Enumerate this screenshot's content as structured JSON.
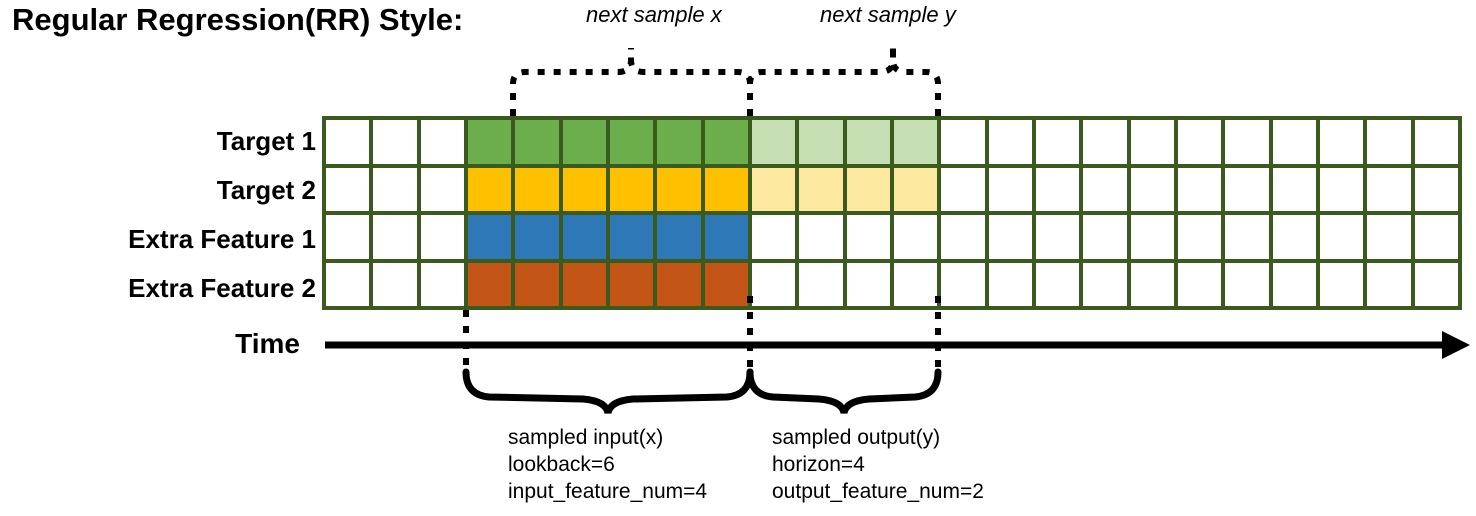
{
  "title": "Regular Regression(RR) Style:",
  "rows": [
    {
      "label": "Target 1",
      "key": "target1"
    },
    {
      "label": "Target 2",
      "key": "target2"
    },
    {
      "label": "Extra Feature 1",
      "key": "extra1"
    },
    {
      "label": "Extra Feature 2",
      "key": "extra2"
    }
  ],
  "grid": {
    "columns": 24,
    "lead_blank": 3,
    "input_span": 6,
    "output_span": 4,
    "trailing_blank": 11,
    "border_color": "#3A5A1E",
    "cell_colors": {
      "green": "#6CAE4B",
      "yellow": "#FFC000",
      "blue": "#2E78B8",
      "orange": "#C35617",
      "light_green": "#C5DFB3",
      "light_yellow": "#FDE8A0",
      "blank": "#FFFFFF"
    },
    "row_fill": {
      "target1": {
        "input": "green",
        "output": "light_green"
      },
      "target2": {
        "input": "yellow",
        "output": "light_yellow"
      },
      "extra1": {
        "input": "blue",
        "output": "blank"
      },
      "extra2": {
        "input": "orange",
        "output": "blank"
      }
    }
  },
  "top_annotations": [
    {
      "text": "next sample x"
    },
    {
      "text": "next sample y"
    }
  ],
  "time_axis": {
    "label": "Time"
  },
  "bottom_annotations": [
    {
      "lines": [
        "sampled input(x)",
        "lookback=6",
        "input_feature_num=4"
      ]
    },
    {
      "lines": [
        "sampled output(y)",
        "horizon=4",
        "output_feature_num=2"
      ]
    }
  ]
}
